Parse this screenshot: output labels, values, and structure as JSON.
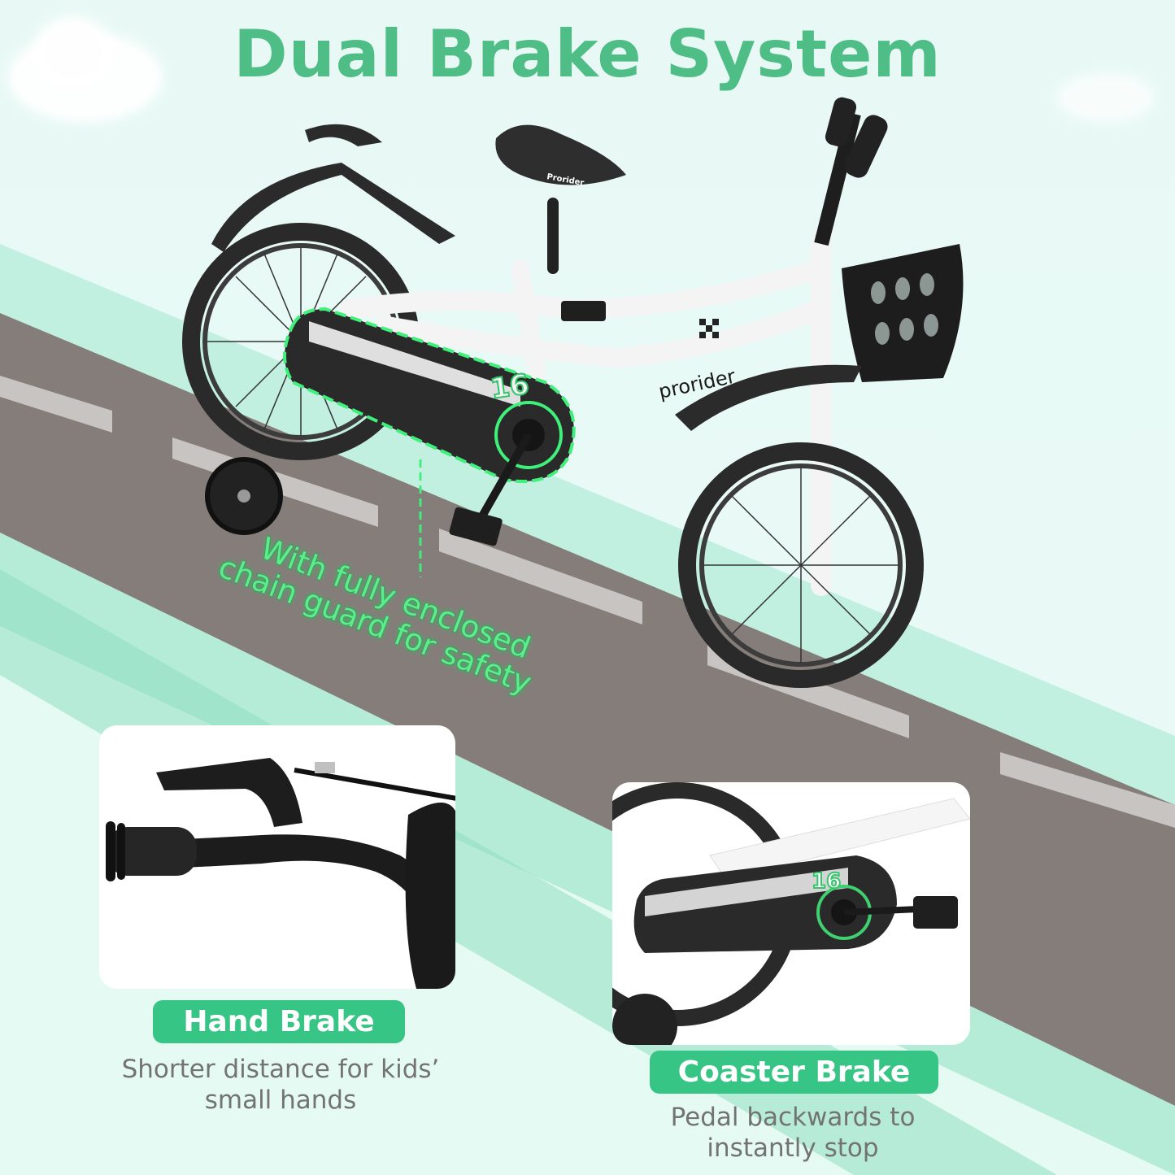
{
  "header": {
    "title": "Dual Brake System"
  },
  "main_image": {
    "callout_lines": [
      "With fully enclosed",
      "chain guard for safety"
    ],
    "frame_brand": "prorider",
    "seat_brand": "Prorider",
    "chainguard_number": "16"
  },
  "features": [
    {
      "badge": "Hand Brake",
      "desc_lines": [
        "Shorter distance for kids’",
        "small hands"
      ]
    },
    {
      "badge": "Coaster Brake",
      "desc_lines": [
        "Pedal backwards to",
        "instantly stop"
      ]
    }
  ],
  "colors": {
    "title_green": "#4fbd86",
    "badge_green": "#36c584",
    "glow_green": "#5fec8c",
    "road_gray": "#857d7a",
    "mint_band": "#bff0df",
    "background": "#e8f9f5",
    "desc_gray": "#737373"
  }
}
